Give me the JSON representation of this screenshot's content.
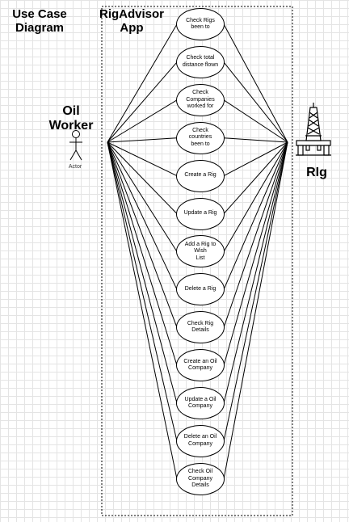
{
  "diagram": {
    "heading": "Use Case\nDiagram",
    "system_name": "RigAdvisor\nApp",
    "actor_primary": {
      "name": "Oil\nWorker",
      "caption": "Actor"
    },
    "actor_secondary": {
      "name": "RIg"
    },
    "use_cases": [
      "Check Rigs\nbeen to",
      "Check total\ndistance flown",
      "Check\nCompanies\nworked for",
      "Check countries\nbeen to",
      "Create a Rig",
      "Update a Rig",
      "Add a Rig to Wish\nList",
      "Delete a Rig",
      "Check Rig Details",
      "Create an Oil\nCompany",
      "Update a Oil\nCompany",
      "Delete an Oil\nCompany",
      "Check Oil\nCompany Details"
    ]
  }
}
